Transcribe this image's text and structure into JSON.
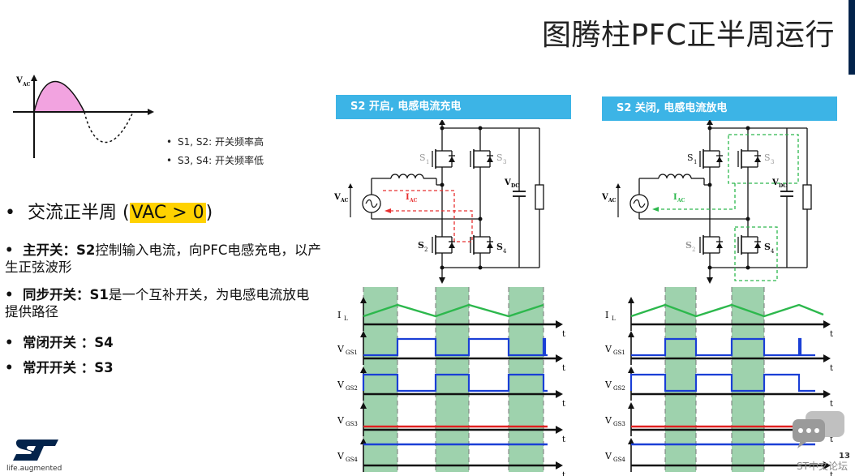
{
  "title": "图腾柱PFC正半周运行",
  "sine": {
    "label_main": "V",
    "label_sub": "AC"
  },
  "freq_bullets": [
    "S1, S2: 开关频率高",
    "S3, S4: 开关频率低"
  ],
  "half_cycle": {
    "prefix": "交流正半周 (",
    "highlight": "VAC > 0",
    "suffix": ")"
  },
  "sub_bullets": [
    {
      "bold": "主开关：S2",
      "text": "控制输入电流，向PFC电感充电，以产生正弦波形"
    },
    {
      "bold": "同步开关：S1",
      "text": "是一个互补开关，为电感电流放电提供路径"
    },
    {
      "bold": "常闭开关 ：S4",
      "text": ""
    },
    {
      "bold": "常开开关 ：S3",
      "text": ""
    }
  ],
  "panels": {
    "left": {
      "header": "S2 开启, 电感电流充电"
    },
    "right": {
      "header": "S2 关闭, 电感电流放电"
    }
  },
  "circuit_labels": {
    "s1": "S",
    "s2": "S",
    "s3": "S",
    "s4": "S",
    "sub1": "1",
    "sub2": "2",
    "sub3": "3",
    "sub4": "4",
    "vac": "V",
    "vac_sub": "AC",
    "iac": "I",
    "iac_sub": "AC",
    "vdc": "V",
    "vdc_sub": "DC"
  },
  "waveform_labels": {
    "il": "I",
    "il_sub": "L",
    "vgs": "V",
    "gs1": "GS1",
    "gs2": "GS2",
    "gs3": "GS3",
    "gs4": "GS4",
    "t": "t"
  },
  "logo": {
    "tagline": "life.augmented"
  },
  "page_number": "13",
  "watermark": "ST中文论坛",
  "colors": {
    "header": "#3cb4e6",
    "charge_path": "#e83030",
    "discharge_path": "#2db84d",
    "waveform": "#1a3fd6",
    "shade": "#9ed2ad",
    "il": "#2db84d",
    "vgs3": "#e02020"
  }
}
